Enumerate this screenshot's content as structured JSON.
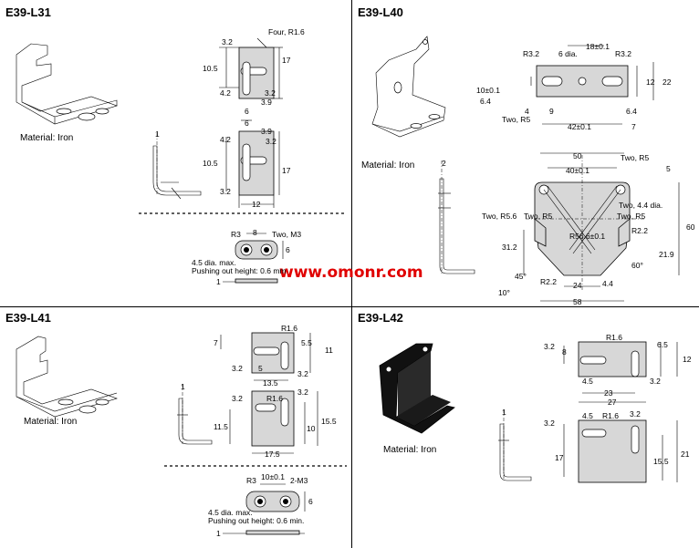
{
  "watermark": "www.omonr.com",
  "e39_l31": {
    "title": "E39-L31",
    "material": "Material: Iron",
    "top_view": {
      "dims": [
        "3.2",
        "Four, R1.6",
        "10.5",
        "17",
        "4.2",
        "3.2",
        "3.9",
        "6"
      ]
    },
    "bottom_view": {
      "dims": [
        "6",
        "3.9",
        "4.2",
        "3.2",
        "10.5",
        "17",
        "3.2",
        "12"
      ]
    },
    "side_dims": [
      "1"
    ],
    "nut": {
      "dims": [
        "R3",
        "8",
        "Two, M3",
        "6"
      ],
      "note1": "4.5 dia. max.",
      "note2": "Pushing out height: 0.6 mm",
      "thickness": "1"
    }
  },
  "e39_l40": {
    "title": "E39-L40",
    "material": "Material: Iron",
    "top_view": {
      "dims": [
        "R3.2",
        "6 dia.",
        "18±0.1",
        "R3.2",
        "10±0.1",
        "6.4",
        "4",
        "9",
        "Two, R5",
        "12",
        "22",
        "6.4",
        "42±0.1",
        "7"
      ]
    },
    "bottom_view": {
      "dims": [
        "50",
        "40±0.1",
        "Two, R5",
        "5",
        "Two, 4.4 dia.",
        "Two, R5.6",
        "Two, R5",
        "Two, R5",
        "R56.6±0.1",
        "R2.2",
        "60",
        "31.2",
        "21.9",
        "45°",
        "60°",
        "R2.2",
        "24",
        "4.4",
        "10°",
        "58"
      ]
    },
    "side_dims": [
      "2"
    ]
  },
  "e39_l41": {
    "title": "E39-L41",
    "material": "Material: Iron",
    "top_view": {
      "dims": [
        "R1.6",
        "5.5",
        "7",
        "11",
        "3.2",
        "5",
        "3.2",
        "13.5"
      ]
    },
    "bottom_view": {
      "dims": [
        "3.2",
        "R1.6",
        "3.2",
        "11.5",
        "10",
        "15.5",
        "17.5"
      ]
    },
    "side_dims": [
      "1"
    ],
    "nut": {
      "dims": [
        "R3",
        "10±0.1",
        "2-M3",
        "6"
      ],
      "note1": "4.5 dia. max.",
      "note2": "Pushing out height: 0.6 min.",
      "thickness": "1"
    }
  },
  "e39_l42": {
    "title": "E39-L42",
    "material": "Material: Iron",
    "top_view": {
      "dims": [
        "3.2",
        "8",
        "R1.6",
        "6.5",
        "12",
        "4.5",
        "23",
        "3.2",
        "27"
      ]
    },
    "bottom_view": {
      "dims": [
        "3.2",
        "4.5",
        "R1.6",
        "3.2",
        "17",
        "15.5",
        "21"
      ]
    },
    "side_dims": [
      "1"
    ]
  }
}
